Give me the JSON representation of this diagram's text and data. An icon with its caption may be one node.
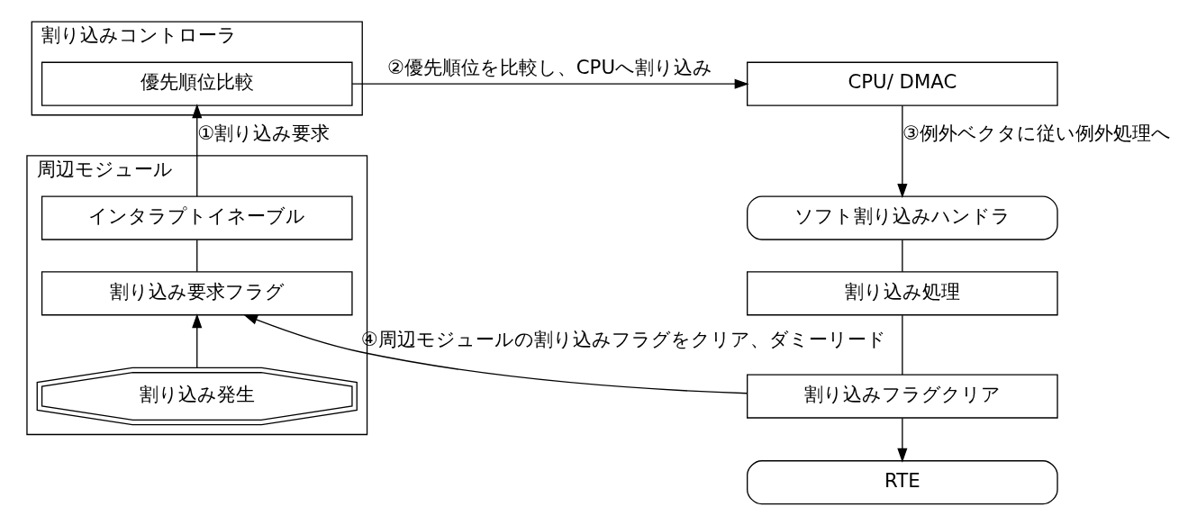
{
  "diagram": {
    "nodes": [
      {
        "text": [
          "割り込みコントローラ"
        ]
      },
      {
        "text": [
          "優先順位比較"
        ],
        "in": 0
      },
      {
        "text": [
          "CPU/ DMAC"
        ]
      },
      {
        "text": [
          "周辺モジュール"
        ]
      },
      {
        "text": [
          "インタラプトイネーブル"
        ],
        "in": 3
      },
      {
        "text": [
          "割り込み要求フラグ"
        ],
        "in": 3
      },
      {
        "text": [
          "割り込み発生"
        ],
        "in": 3
      },
      {
        "text": [
          "ソフト割り込みハンドラ"
        ]
      },
      {
        "text": [
          "割り込み処理"
        ]
      },
      {
        "text": [
          "割り込みフラグクリア"
        ]
      },
      {
        "text": [
          "RTE"
        ]
      }
    ],
    "edges": [
      {
        "from": 6,
        "to": 5,
        "arrow": "to"
      },
      {
        "from": 5,
        "to": 4,
        "arrow": "none"
      },
      {
        "from": 4,
        "to": 1,
        "arrow": "to",
        "label": "①割り込み要求"
      },
      {
        "from": 1,
        "to": 2,
        "arrow": "to",
        "label": "②優先順位を比較し、CPUへ割り込み"
      },
      {
        "from": 2,
        "to": 7,
        "arrow": "to",
        "label": "③例外ベクタに従い例外処理へ"
      },
      {
        "from": 7,
        "to": 8,
        "arrow": "none"
      },
      {
        "from": 8,
        "to": 9,
        "arrow": "none"
      },
      {
        "from": 9,
        "to": 10,
        "arrow": "to"
      },
      {
        "from": 9,
        "to": 5,
        "arrow": "to",
        "label": "④周辺モジュールの割り込みフラグをクリア、ダミーリード"
      }
    ]
  }
}
